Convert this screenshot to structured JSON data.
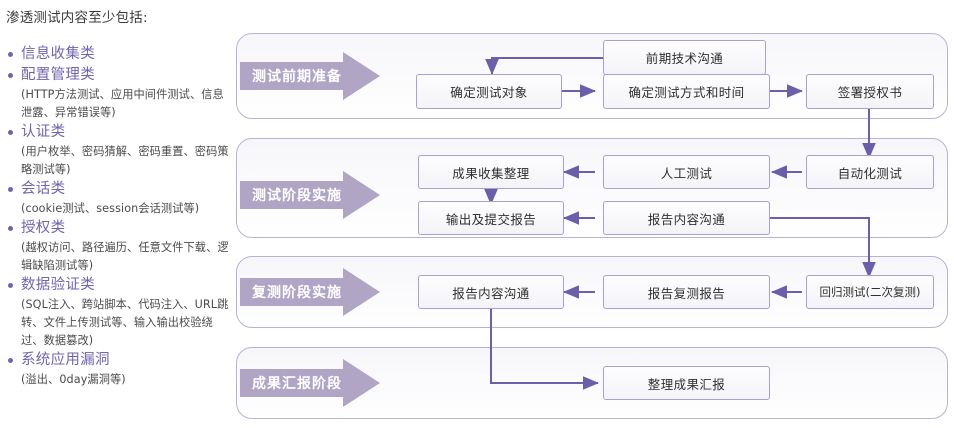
{
  "document": {
    "title": "渗透测试内容至少包括:",
    "accent_purple": "#6f65ad",
    "banner_purple": "#b0a5c4",
    "box_border": "#a9a0cf",
    "band_border": "#b9b2d6"
  },
  "checklist": [
    {
      "heading": "信息收集类",
      "detail": ""
    },
    {
      "heading": "配置管理类",
      "detail": "(HTTP方法测试、应用中间件测试、信息泄露、异常错误等)"
    },
    {
      "heading": "认证类",
      "detail": "(用户枚举、密码猜解、密码重置、密码策略测试等)"
    },
    {
      "heading": "会话类",
      "detail": "(cookie测试、session会话测试等)"
    },
    {
      "heading": "授权类",
      "detail": "(越权访问、路径遍历、任意文件下载、逻辑缺陷测试等)"
    },
    {
      "heading": "数据验证类",
      "detail": "(SQL注入、跨站脚本、代码注入、URL跳转、文件上传测试等、输入输出校验绕过、数据篡改)"
    },
    {
      "heading": "系统应用漏洞",
      "detail": "(溢出、0day漏洞等)"
    }
  ],
  "phases": [
    {
      "banner": "测试前期准备",
      "nodes": [
        {
          "id": "pre-tech-comm",
          "label": "前期技术沟通"
        },
        {
          "id": "determine-target",
          "label": "确定测试对象"
        },
        {
          "id": "determine-method-time",
          "label": "确定测试方式和时间"
        },
        {
          "id": "sign-authorization",
          "label": "签署授权书"
        }
      ]
    },
    {
      "banner": "测试阶段实施",
      "nodes": [
        {
          "id": "auto-test",
          "label": "自动化测试"
        },
        {
          "id": "manual-test",
          "label": "人工测试"
        },
        {
          "id": "collect-results",
          "label": "成果收集整理"
        },
        {
          "id": "report-content-comm-1",
          "label": "报告内容沟通"
        },
        {
          "id": "output-submit-report",
          "label": "输出及提交报告"
        }
      ]
    },
    {
      "banner": "复测阶段实施",
      "nodes": [
        {
          "id": "regression-test",
          "label": "回归测试(二次复测)"
        },
        {
          "id": "retest-report",
          "label": "报告复测报告"
        },
        {
          "id": "report-content-comm-2",
          "label": "报告内容沟通"
        }
      ]
    },
    {
      "banner": "成果汇报阶段",
      "nodes": [
        {
          "id": "organize-summary",
          "label": "整理成果汇报"
        }
      ]
    }
  ]
}
